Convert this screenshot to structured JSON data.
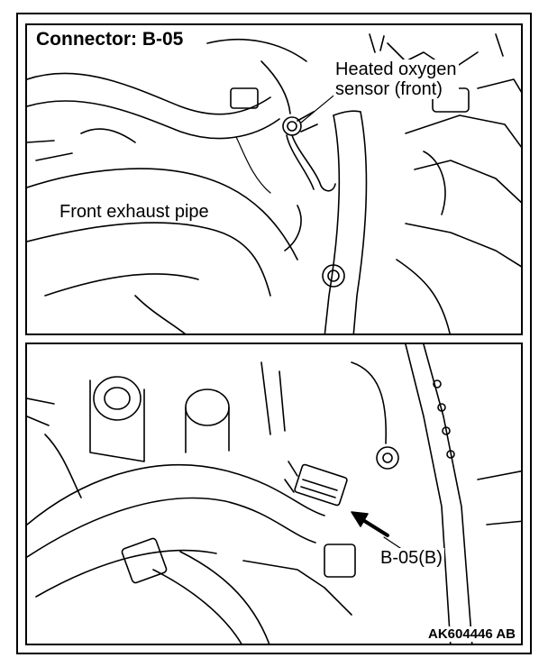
{
  "title": "Connector: B-05",
  "labels": {
    "sensor_line1": "Heated oxygen",
    "sensor_line2": "sensor (front)",
    "pipe": "Front exhaust pipe",
    "connector": "B-05(B)"
  },
  "figure_code": "AK604446 AB",
  "colors": {
    "ink": "#000000",
    "paper": "#ffffff"
  }
}
